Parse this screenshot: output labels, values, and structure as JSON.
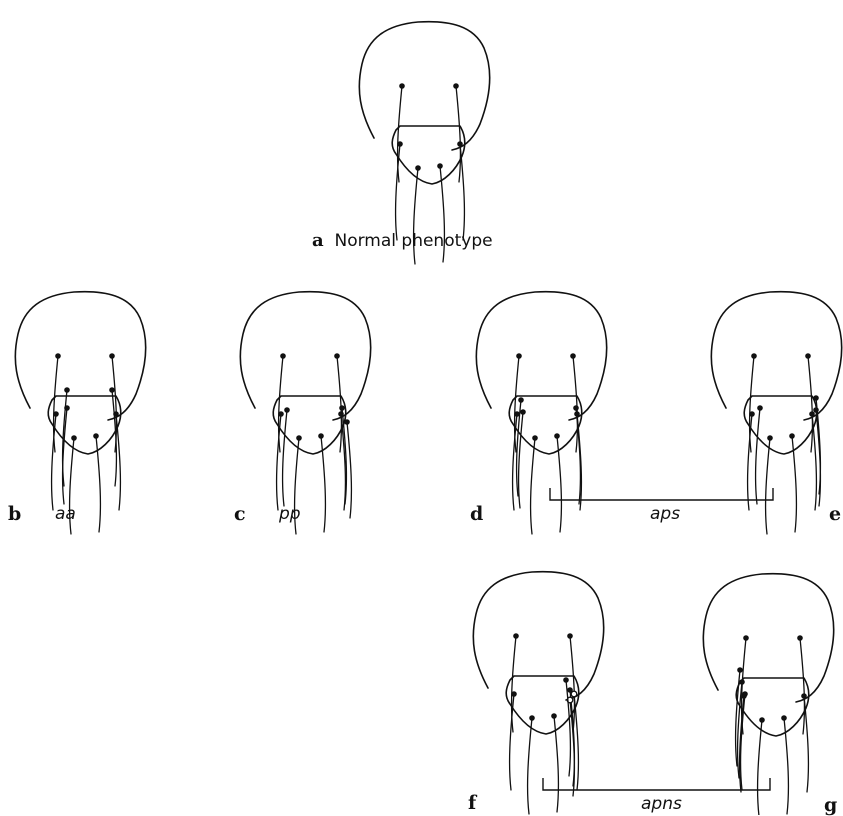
{
  "panels": {
    "a": {
      "letter": "a",
      "caption": "Normal phenotype"
    },
    "b": {
      "letter": "b",
      "caption": "aa"
    },
    "c": {
      "letter": "c",
      "caption": "pp"
    },
    "d": {
      "letter": "d"
    },
    "e": {
      "letter": "e"
    },
    "f": {
      "letter": "f"
    },
    "g": {
      "letter": "g"
    }
  },
  "groups": {
    "de": {
      "caption": "aps"
    },
    "fg": {
      "caption": "apns"
    }
  }
}
